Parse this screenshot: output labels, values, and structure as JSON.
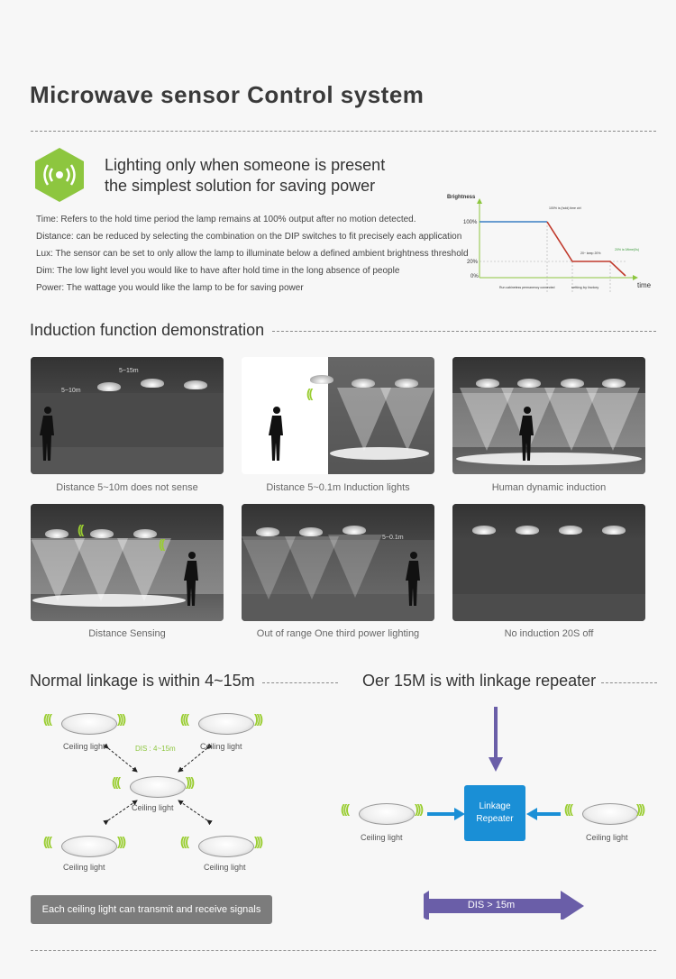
{
  "title": "Microwave sensor Control system",
  "tagline": [
    "Lighting only when someone is present",
    "the simplest solution for saving power"
  ],
  "descriptions": [
    "Time: Refers to the hold time period the lamp remains at 100% output after no motion detected.",
    "Distance: can be reduced by selecting the combination on the DIP switches to fit precisely each application",
    "Lux: The sensor can be set to only allow the lamp to illuminate below a defined ambient brightness threshold",
    "Dim: The low light level you would like to have after hold time in the long absence of people",
    "Power: The wattage you would like the lamp to be for saving power"
  ],
  "chart_data": {
    "type": "line",
    "ylabel": "Brightness",
    "xlabel": "time",
    "y_ticks": [
      "100%",
      "20%",
      "0%"
    ],
    "x_segments": [
      "Run cabinetess permanency connected",
      "setting by factory"
    ],
    "series": [
      {
        "values": [
          100,
          100,
          20,
          20,
          0
        ]
      }
    ],
    "annotations": [
      "100% is (hold) time ctrl",
      "20~ keep 20%",
      "20% is 0/time(0s)"
    ]
  },
  "induction": {
    "heading": "Induction function demonstration",
    "items": [
      {
        "caption": "Distance 5~10m does not sense",
        "labels": [
          "5~15m",
          "5~10m"
        ]
      },
      {
        "caption": "Distance 5~0.1m Induction lights"
      },
      {
        "caption": "Human dynamic induction"
      },
      {
        "caption": "Distance Sensing"
      },
      {
        "caption": "Out of range One third power lighting",
        "labels": [
          "5~0.1m"
        ]
      },
      {
        "caption": "No induction 20S off"
      }
    ]
  },
  "linkage": {
    "left_heading": "Normal linkage is within 4~15m",
    "right_heading": "Oer 15M is with linkage repeater",
    "ceiling_label": "Ceiling light",
    "dis_label": "DIS : 4~15m",
    "note": "Each ceiling light can transmit and receive signals",
    "repeater": "Linkage Repeater",
    "dis_right": "DIS > 15m"
  },
  "colors": {
    "green": "#8dc63f",
    "blue": "#1a8fd6",
    "purple": "#6a5ea8"
  }
}
